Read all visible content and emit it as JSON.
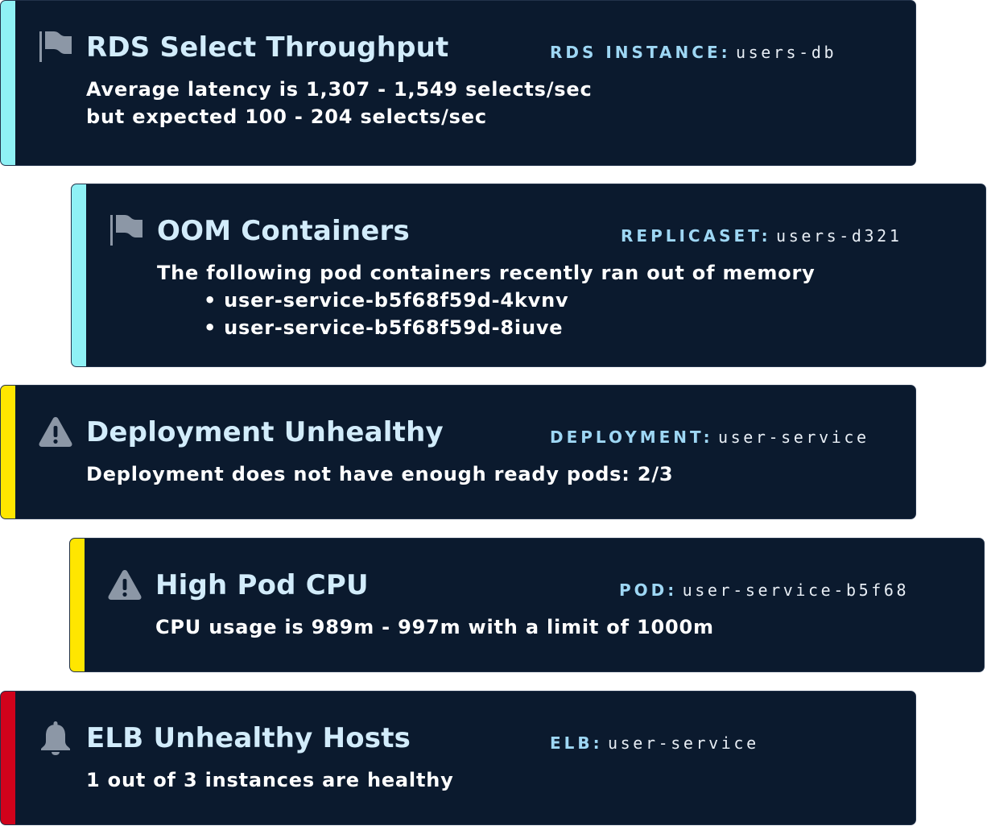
{
  "colors": {
    "card_background": "#0b1a2e",
    "title": "#d2ecfb",
    "resource_key": "#9ed7f4",
    "icon": "#8c97a6",
    "severity_info": "#8ff1f5",
    "severity_warning": "#ffe600",
    "severity_critical": "#d0021b"
  },
  "alerts": [
    {
      "severity": "info",
      "icon": "flag-icon",
      "title": "RDS Select Throughput",
      "resource_key": "RDS INSTANCE:",
      "resource_value": "users-db",
      "lines": [
        "Average latency is 1,307 - 1,549 selects/sec",
        "but expected 100 - 204 selects/sec"
      ]
    },
    {
      "severity": "info",
      "icon": "flag-icon",
      "title": "OOM Containers",
      "resource_key": "REPLICASET:",
      "resource_value": "users-d321",
      "lines": [
        "The following pod containers recently ran out of memory"
      ],
      "items": [
        "user-service-b5f68f59d-4kvnv",
        "user-service-b5f68f59d-8iuve"
      ]
    },
    {
      "severity": "warning",
      "icon": "warning-icon",
      "title": "Deployment Unhealthy",
      "resource_key": "DEPLOYMENT:",
      "resource_value": "user-service",
      "lines": [
        "Deployment does not have enough ready pods: 2/3"
      ]
    },
    {
      "severity": "warning",
      "icon": "warning-icon",
      "title": "High Pod CPU",
      "resource_key": "POD:",
      "resource_value": "user-service-b5f68",
      "lines": [
        "CPU usage is 989m - 997m with a limit of 1000m"
      ]
    },
    {
      "severity": "critical",
      "icon": "bell-icon",
      "title": "ELB Unhealthy Hosts",
      "resource_key": "ELB:",
      "resource_value": "user-service",
      "lines": [
        "1 out of 3 instances are healthy"
      ]
    }
  ]
}
